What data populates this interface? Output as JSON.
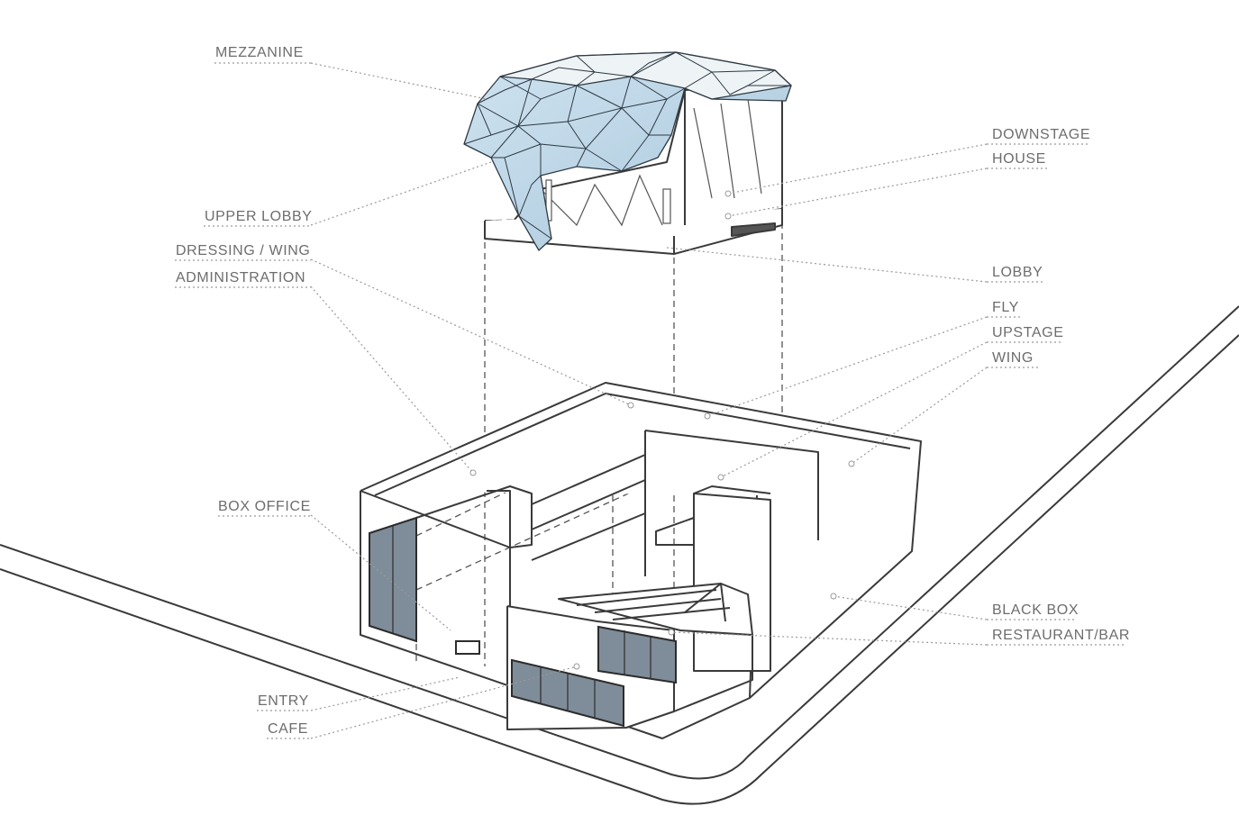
{
  "labels": {
    "mezzanine": "MEZZANINE",
    "upper_lobby": "UPPER LOBBY",
    "dressing_wing": "DRESSING / WING",
    "administration": "ADMINISTRATION",
    "box_office": "BOX OFFICE",
    "entry": "ENTRY",
    "cafe": "CAFE",
    "downstage": "DOWNSTAGE",
    "house": "HOUSE",
    "lobby": "LOBBY",
    "fly": "FLY",
    "upstage": "UPSTAGE",
    "wing": "WING",
    "black_box": "BLACK BOX",
    "restaurant_bar": "RESTAURANT/BAR"
  },
  "colors": {
    "line": "#3a3a3a",
    "leader": "#9a9a9a",
    "glass": "#7f8c99",
    "shell": "#cfe3f0",
    "label": "#6d6d6d"
  }
}
